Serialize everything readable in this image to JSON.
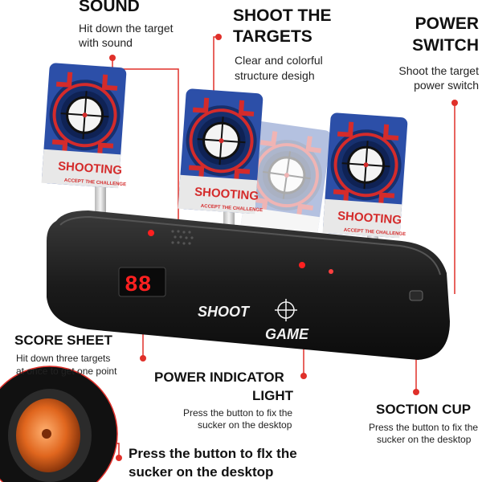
{
  "colors": {
    "target_blue": "#2c4fa8",
    "target_red": "#d42b2b",
    "base_black": "#1b1b1b",
    "annotation_red": "#e0302a",
    "led_red": "#ff2020"
  },
  "labels": {
    "sound_title": "SOUND",
    "sound_desc_1": "Hit down the target",
    "sound_desc_2": "with sound",
    "shoot_title_1": "SHOOT THE",
    "shoot_title_2": "TARGETS",
    "shoot_desc_1": "Clear and colorful",
    "shoot_desc_2": "structure desigh",
    "power_title_1": "POWER",
    "power_title_2": "SWITCH",
    "power_desc_1": "Shoot the target",
    "power_desc_2": "power switch",
    "score_title": "SCORE SHEET",
    "score_desc_1": "Hit down three targets",
    "score_desc_2": "at once to get one point",
    "indicator_title_1": "POWER INDICATOR",
    "indicator_title_2": "LIGHT",
    "indicator_desc_1": "Press the button to fix the",
    "indicator_desc_2": "sucker on the desktop",
    "cup_title": "SOCTION CUP",
    "cup_desc_1": "Press the button to fix the",
    "cup_desc_2": "sucker on the desktop",
    "bottom_1": "Press the button to flx the",
    "bottom_2": "sucker on the desktop"
  },
  "product": {
    "target_text": "SHOOTING",
    "target_subtext": "ACCEPT THE CHALLENGE",
    "score_display": "88",
    "logo_1": "SHOOT",
    "logo_2": "GAME"
  }
}
